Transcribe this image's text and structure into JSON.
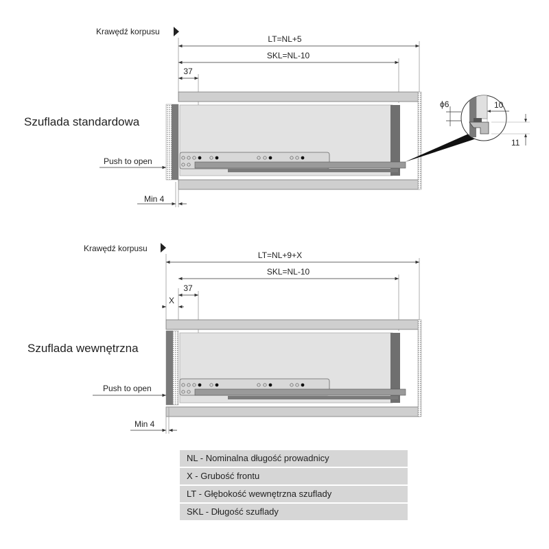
{
  "standard": {
    "title": "Szuflada standardowa",
    "edge_label": "Krawędź korpusu",
    "lt_formula": "LT=NL+5",
    "skl_formula": "SKL=NL-10",
    "dim_37": "37",
    "push_label": "Push to open",
    "min_label": "Min 4"
  },
  "detail": {
    "dia": "ϕ6",
    "dim_10": "10",
    "dim_11": "11"
  },
  "internal": {
    "title": "Szuflada wewnętrzna",
    "edge_label": "Krawędź korpusu",
    "lt_formula": "LT=NL+9+X",
    "skl_formula": "SKL=NL-10",
    "dim_37": "37",
    "dim_x": "X",
    "push_label": "Push to open",
    "min_label": "Min 4"
  },
  "legend": [
    "NL - Nominalna długość prowadnicy",
    "X - Grubość frontu",
    "LT - Głębokość wewnętrzna szuflady",
    "SKL - Długość szuflady"
  ]
}
